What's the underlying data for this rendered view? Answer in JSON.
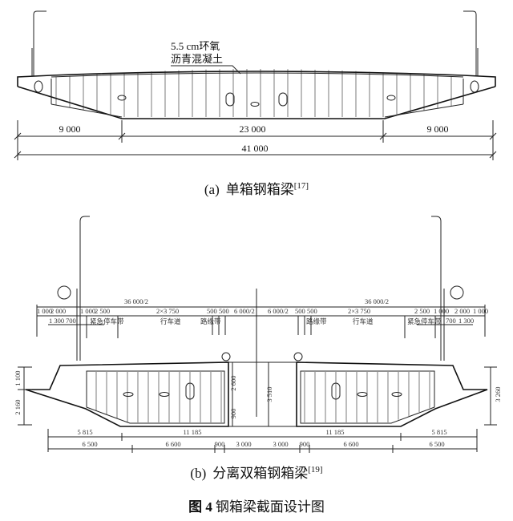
{
  "figure_a": {
    "annotation_line1": "5.5 cm环氧",
    "annotation_line2": "沥青混凝土",
    "dims": {
      "left": "9 000",
      "middle": "23 000",
      "right": "9 000",
      "total": "41 000"
    },
    "caption_prefix": "(a)",
    "caption_text": "单箱钢箱梁",
    "caption_ref": "[17]"
  },
  "figure_b": {
    "top": {
      "half_left": "36 000/2",
      "half_right": "36 000/2",
      "row_left": [
        "1 000",
        "2 000",
        "1 000",
        "2 500",
        "2×3 750",
        "500",
        "500",
        "6 000/2"
      ],
      "row_right": [
        "6 000/2",
        "500",
        "500",
        "2×3 750",
        "2 500",
        "1 000",
        "2 000",
        "1 000"
      ],
      "sub_left": [
        "1 300",
        "700"
      ],
      "sub_right": [
        "700",
        "1 300"
      ],
      "lane_labels_left": [
        "紧急停车带",
        "行车道",
        "路缘带"
      ],
      "lane_labels_right": [
        "路缘带",
        "行车道",
        "紧急停车带"
      ]
    },
    "heights": {
      "left_upper": "1 100",
      "left_lower": "2 160",
      "box": "2 600",
      "box_lower": "900",
      "center": "3 510",
      "right": "3 260"
    },
    "bottom": {
      "row1": [
        "5 815",
        "11 185",
        "11 185",
        "5 815"
      ],
      "row2": [
        "6 500",
        "6 600",
        "900",
        "3 000",
        "3 000",
        "900",
        "6 600",
        "6 500"
      ]
    },
    "caption_prefix": "(b)",
    "caption_text": "分离双箱钢箱梁",
    "caption_ref": "[19]"
  },
  "figure_title": {
    "label": "图 4",
    "text": "钢箱梁截面设计图"
  }
}
